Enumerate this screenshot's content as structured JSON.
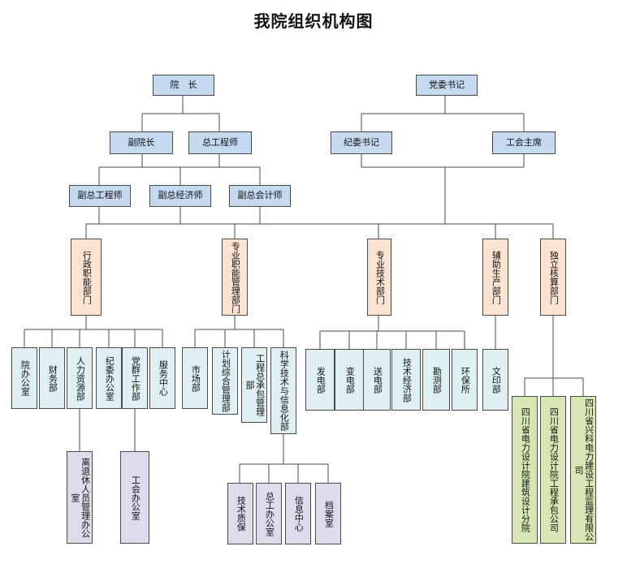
{
  "title": "我院组织机构图",
  "colors": {
    "leadership": "#c5d9f1",
    "division": "#fbe3d2",
    "department": "#dff0f5",
    "sub_unit": "#e0dbec",
    "affiliate": "#d8e6b4",
    "line": "#4a4a4a"
  },
  "nodes": {
    "president": "院　长",
    "party_secretary": "党委书记",
    "vice_president": "副院长",
    "chief_engineer": "总工程师",
    "discipline_secretary": "纪委书记",
    "union_chair": "工会主席",
    "deputy_chief_engineer": "副总工程师",
    "deputy_chief_economist": "副总经济师",
    "deputy_chief_accountant": "副总会计师",
    "div_admin": "行政职能部门",
    "div_professional": "专业职能管理部门",
    "div_technical": "专业技术部门",
    "div_auxiliary": "辅助生产部门",
    "div_independent": "独立核算部门",
    "dept_office": "院办公室",
    "dept_finance": "财务部",
    "dept_hr": "人力资源部",
    "dept_discipline_office": "纪委办公室",
    "dept_party_work": "党群工作部",
    "dept_service_center": "服务中心",
    "dept_market": "市场部",
    "dept_planning": "计划综合管理部",
    "dept_epc": "工程总承包管理部",
    "dept_science_info": "科学技术与信息化部",
    "dept_power_gen": "发电部",
    "dept_substation": "变电部",
    "dept_transmission": "送电部",
    "dept_tech_economics": "技术经济部",
    "dept_survey": "勘测部",
    "dept_environment": "环保所",
    "dept_printing": "文印部",
    "sub_retiree_office": "离退休人员管理办公室",
    "sub_union_office": "工会办公室",
    "sub_tech_qa": "技术质保",
    "sub_chief_eng_office": "总工办公室",
    "sub_info_center": "信息中心",
    "sub_archives": "档案室",
    "aff_building_branch": "四川省电力设计院建筑设计分院",
    "aff_epc_company": "四川省电力设计院工程承包公司",
    "aff_supervision_company": "四川省兴科电力建设工程监理有限公司"
  }
}
